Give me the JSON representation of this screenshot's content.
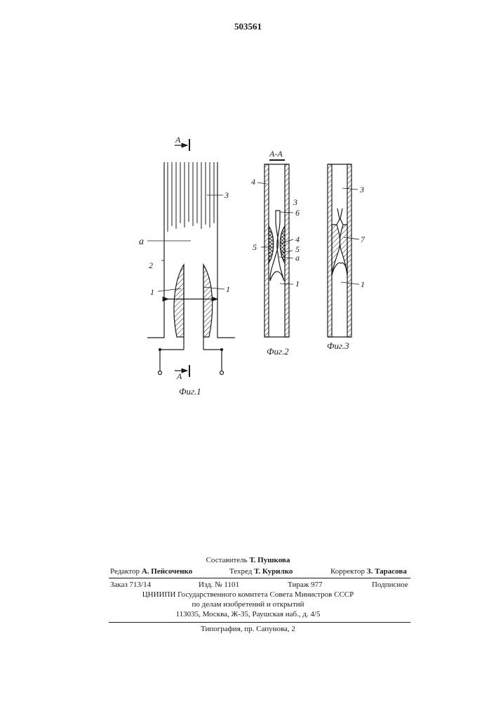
{
  "patent_number": "503561",
  "figures": {
    "fig1": {
      "caption": "Фиг.1",
      "section_letter": "A",
      "labels": {
        "region_a": "a",
        "part1_left": "1",
        "part1_right": "1",
        "part2": "2",
        "part3": "3"
      }
    },
    "fig2": {
      "caption": "Фиг.2",
      "section": "A-A",
      "labels": {
        "part4_top": "4",
        "part3": "3",
        "part6": "6",
        "part4_mid": "4",
        "part5_left": "5",
        "part5_right": "5",
        "region_a": "a",
        "part1": "1"
      }
    },
    "fig3": {
      "caption": "Фиг.3",
      "labels": {
        "part3": "3",
        "part7": "7",
        "part1": "1"
      }
    }
  },
  "imprint": {
    "compiler_label": "Составитель",
    "compiler_name": "Т. Пушкова",
    "editor_label": "Редактор",
    "editor_name": "А. Пейсоченко",
    "techred_label": "Техред",
    "techred_name": "Т. Курилко",
    "corrector_label": "Корректор",
    "corrector_name": "З. Тарасова",
    "order": "Заказ 713/14",
    "edition": "Изд. № 1101",
    "circulation": "Тираж 977",
    "subscription": "Подписное",
    "institute": "ЦНИИПИ Государственного комитета Совета Министров СССР",
    "department": "по делам изобретений и открытий",
    "address": "113035, Москва, Ж-35, Раушская наб., д. 4/5",
    "printer": "Типография, пр. Сапунова, 2"
  }
}
